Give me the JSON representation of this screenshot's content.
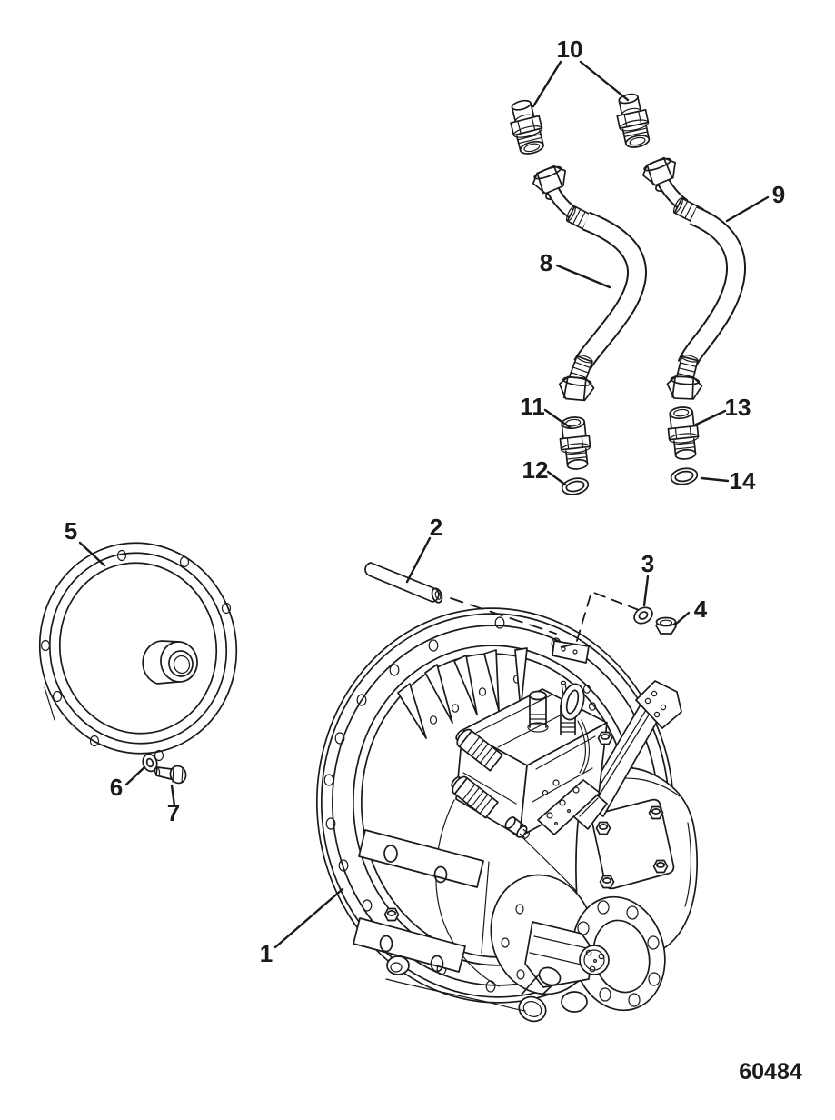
{
  "figure": {
    "type": "exploded-parts-diagram",
    "background_color": "#ffffff",
    "line_color": "#1a1a1a",
    "drawing_number": "60484",
    "callouts": {
      "c1": "1",
      "c2": "2",
      "c3": "3",
      "c4": "4",
      "c5": "5",
      "c6": "6",
      "c7": "7",
      "c8": "8",
      "c9": "9",
      "c10": "10",
      "c11": "11",
      "c12": "12",
      "c13": "13",
      "c14": "14"
    }
  }
}
